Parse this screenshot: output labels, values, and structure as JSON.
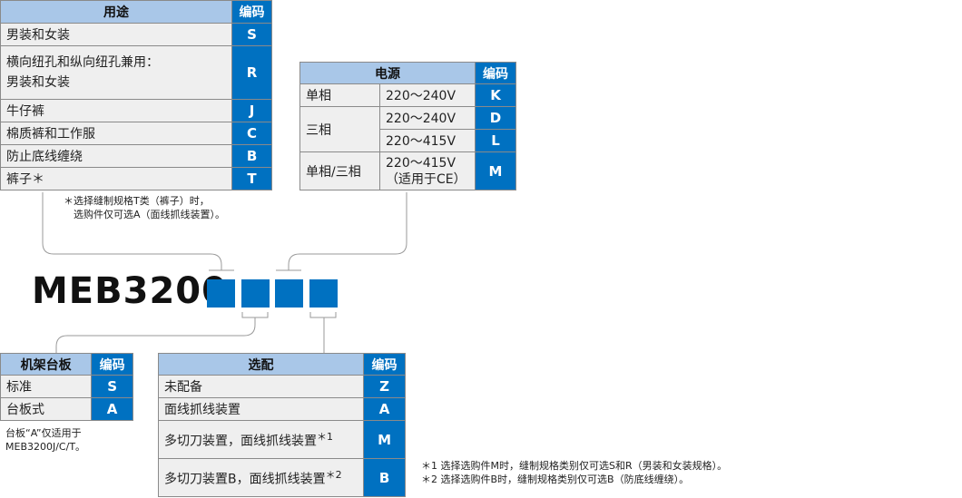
{
  "colors": {
    "accent": "#0071c1",
    "header": "#a9c7e8",
    "row": "#efefef"
  },
  "model": "MEB3200",
  "usage_table": {
    "header": "用途",
    "code_header": "编码",
    "rows": [
      {
        "label": "男装和女装",
        "code": "S"
      },
      {
        "label": "横向纽孔和纵向纽孔兼用：",
        "label2": "男装和女装",
        "code": "R"
      },
      {
        "label": "牛仔裤",
        "code": "J"
      },
      {
        "label": "棉质裤和工作服",
        "code": "C"
      },
      {
        "label": "防止底线缠绕",
        "code": "B"
      },
      {
        "label": "裤子＊",
        "code": "T"
      }
    ],
    "note1": "＊选择缝制规格T类（裤子）时，",
    "note2": "选购件仅可选A（面线抓线装置）。"
  },
  "power_table": {
    "header": "电源",
    "code_header": "编码",
    "rows": [
      {
        "phase": "单相",
        "voltage": "220～240V",
        "code": "K"
      },
      {
        "phase": "三相",
        "voltage": "220～240V",
        "code": "D"
      },
      {
        "voltage": "220～415V",
        "code": "L"
      },
      {
        "phase": "单相/三相",
        "voltage": "220～415V",
        "voltage2": "（适用于CE）",
        "code": "M"
      }
    ]
  },
  "frame_table": {
    "header": "机架台板",
    "code_header": "编码",
    "rows": [
      {
        "label": "标准",
        "code": "S"
      },
      {
        "label": "台板式",
        "code": "A"
      }
    ],
    "note1": "台板“A”仅适用于",
    "note2": "MEB3200J/C/T。"
  },
  "option_table": {
    "header": "选配",
    "code_header": "编码",
    "rows": [
      {
        "label": "未配备",
        "code": "Z"
      },
      {
        "label": "面线抓线装置",
        "code": "A"
      },
      {
        "label": "多切刀装置，面线抓线装置",
        "mark": "＊1",
        "code": "M"
      },
      {
        "label": "多切刀装置B，面线抓线装置",
        "mark": "＊2",
        "code": "B"
      }
    ],
    "note1": "＊1 选择选购件M时，缝制规格类别仅可选S和R（男装和女装规格）。",
    "note2": "＊2 选择选购件B时，缝制规格类别仅可选B（防底线缠绕）。"
  }
}
